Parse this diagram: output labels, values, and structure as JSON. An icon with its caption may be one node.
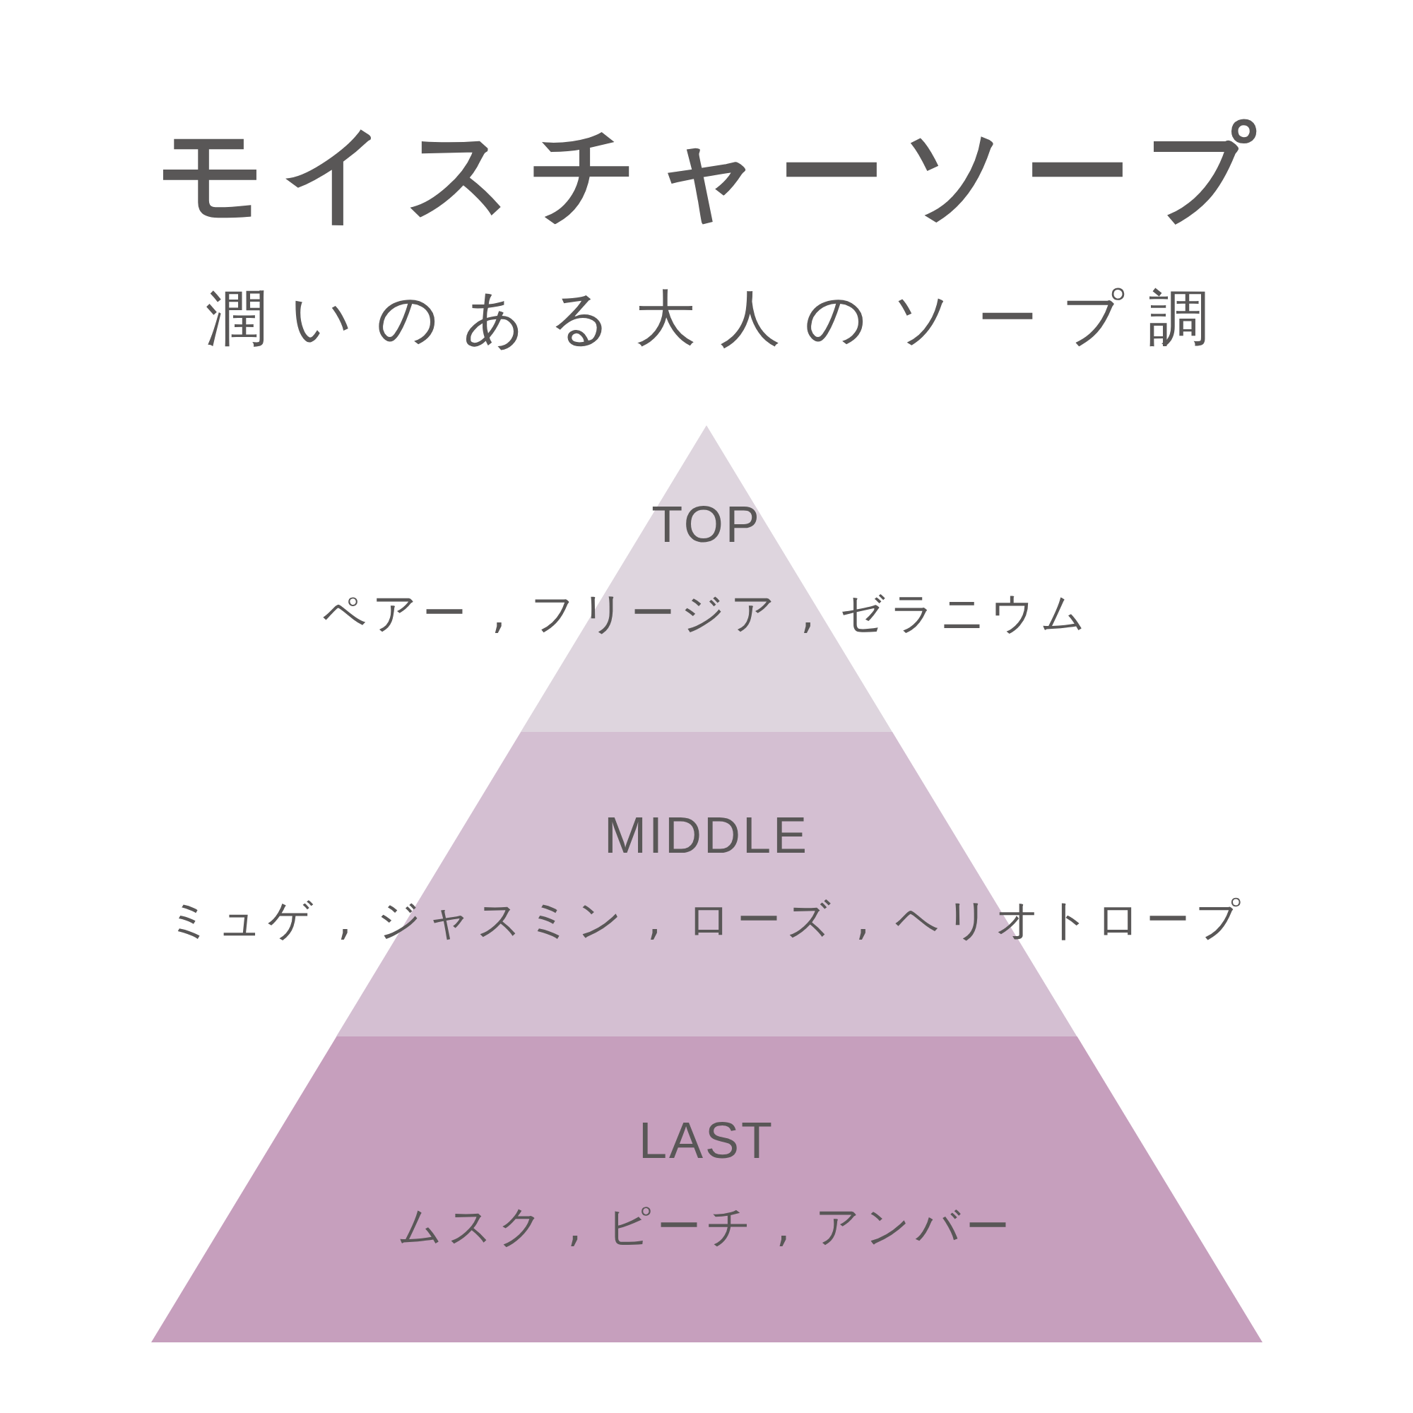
{
  "diagram": {
    "title": "モイスチャーソープ",
    "nodes": [
      {
        "text": [
          "TOP",
          "ペアー , フリージア , ゼラニウム"
        ]
      },
      {
        "text": [
          "MIDDLE",
          "ミュゲ , ジャスミン , ローズ , ヘリオトロープ"
        ]
      },
      {
        "text": [
          "LAST",
          "ムスク , ピーチ , アンバー"
        ]
      }
    ],
    "labels": [
      "潤いのある大人のソープ調"
    ]
  }
}
